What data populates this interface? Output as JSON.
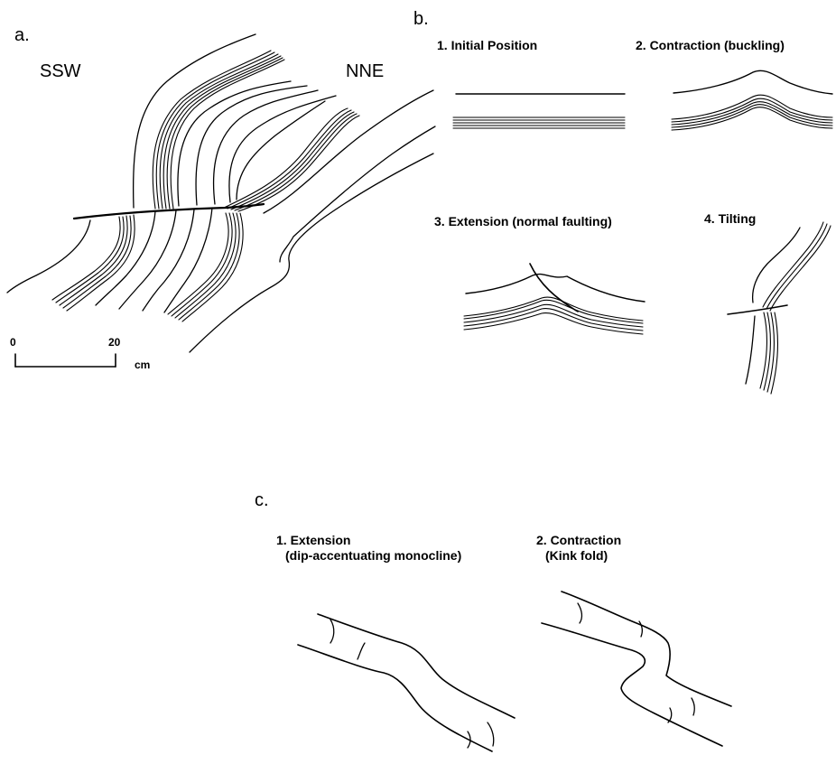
{
  "panel_a": {
    "letter": "a.",
    "left_direction": "SSW",
    "right_direction": "NNE",
    "scale": {
      "start": "0",
      "end": "20",
      "unit": "cm"
    }
  },
  "panel_b": {
    "letter": "b.",
    "steps": [
      {
        "label": "1. Initial Position"
      },
      {
        "label": "2. Contraction (buckling)"
      },
      {
        "label": "3. Extension (normal faulting)"
      },
      {
        "label": "4. Tilting"
      }
    ]
  },
  "panel_c": {
    "letter": "c.",
    "items": [
      {
        "line1": "1. Extension",
        "line2": "(dip-accentuating monocline)"
      },
      {
        "line1": "2. Contraction",
        "line2": "(Kink fold)"
      }
    ]
  }
}
